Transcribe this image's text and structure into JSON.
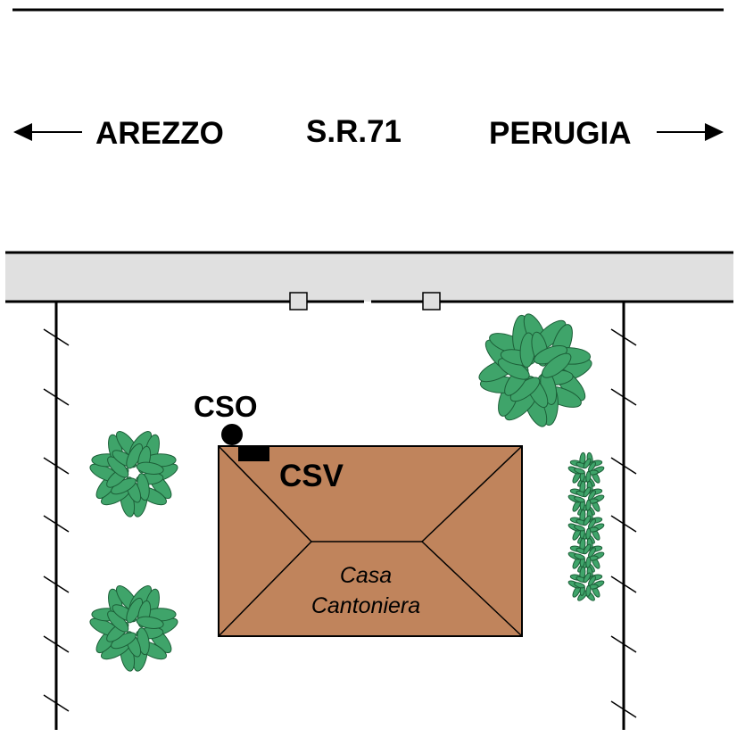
{
  "road": {
    "name": "S.R.71",
    "left_destination": "AREZZO",
    "right_destination": "PERUGIA"
  },
  "labels": {
    "cso": "CSO",
    "csv": "CSV",
    "building_line1": "Casa",
    "building_line2": "Cantoniera"
  },
  "colors": {
    "roof": "#c0845c",
    "sidewalk": "#e0e0e0",
    "foliage": "#3fa46a",
    "foliage_dark": "#1c5f38",
    "ink": "#000000"
  },
  "icons": [
    "arrow-left-icon",
    "arrow-right-icon",
    "bush-icon",
    "manhole-icon",
    "cso-marker-icon",
    "csv-marker-icon"
  ]
}
